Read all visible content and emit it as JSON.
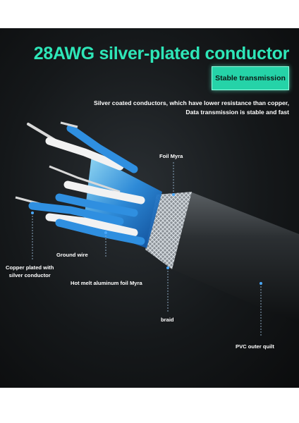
{
  "header": {
    "title": "28AWG silver-plated conductor",
    "badge": "Stable transmission",
    "description_line1": "Silver coated conductors, which have lower resistance than copper,",
    "description_line2": "Data transmission is stable and fast"
  },
  "labels": {
    "foil_myra": "Foil Myra",
    "ground_wire": "Ground wire",
    "copper_line1": "Copper plated with",
    "copper_line2": "silver conductor",
    "hot_melt": "Hot melt aluminum foil Myra",
    "braid": "braid",
    "pvc": "PVC outer quilt"
  },
  "colors": {
    "title": "#2ee6b8",
    "badge_bg": "#25d3a8",
    "wire_blue": "#2f8fe0",
    "wire_white": "#f2f2f2"
  }
}
